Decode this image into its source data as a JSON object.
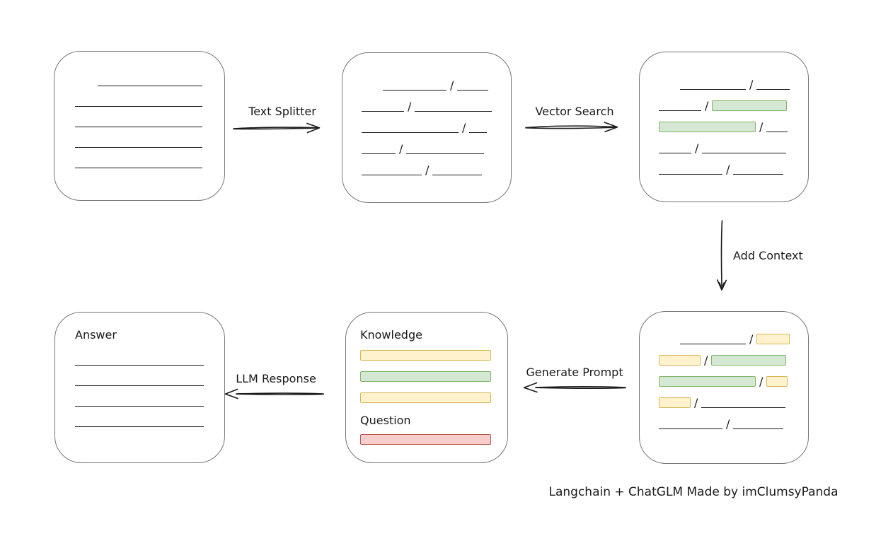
{
  "caption": "Langchain + ChatGLM Made by imClumsyPanda",
  "slash": "/",
  "colors": {
    "ink": "#1a1a1a",
    "box_border": "#767676",
    "green_fill": "#d5e8d4",
    "green_border": "#82b366",
    "yellow_fill": "#fff2cc",
    "yellow_border": "#d6b656",
    "red_fill": "#f8cecc",
    "red_border": "#b85450"
  },
  "arrows": {
    "text_splitter": {
      "label": "Text Splitter",
      "direction": "right"
    },
    "vector_search": {
      "label": "Vector Search",
      "direction": "right"
    },
    "add_context": {
      "label": "Add Context",
      "direction": "down"
    },
    "generate_prompt": {
      "label": "Generate Prompt",
      "direction": "left"
    },
    "llm_response": {
      "label": "LLM Response",
      "direction": "left"
    }
  },
  "boxes": {
    "document": {
      "lines": [
        {
          "indent": 32,
          "width": 148
        },
        {
          "width": 180
        },
        {
          "width": 180
        },
        {
          "width": 180
        },
        {
          "width": 180
        }
      ]
    },
    "split_chunks": {
      "rows": [
        {
          "indent": 30,
          "segments": [
            {
              "t": "line",
              "w": 90
            },
            {
              "t": "slash"
            },
            {
              "t": "line",
              "w": 44
            }
          ]
        },
        {
          "segments": [
            {
              "t": "line",
              "w": 60
            },
            {
              "t": "slash"
            },
            {
              "t": "line",
              "w": 109
            }
          ]
        },
        {
          "segments": [
            {
              "t": "line",
              "w": 137
            },
            {
              "t": "slash"
            },
            {
              "t": "line",
              "w": 25
            }
          ]
        },
        {
          "segments": [
            {
              "t": "line",
              "w": 48
            },
            {
              "t": "slash"
            },
            {
              "t": "line",
              "w": 110
            }
          ]
        },
        {
          "segments": [
            {
              "t": "line",
              "w": 85
            },
            {
              "t": "slash"
            },
            {
              "t": "line",
              "w": 70
            }
          ]
        }
      ]
    },
    "retrieved_chunks": {
      "rows": [
        {
          "indent": 30,
          "segments": [
            {
              "t": "line",
              "w": 93
            },
            {
              "t": "slash"
            },
            {
              "t": "line",
              "w": 47
            }
          ]
        },
        {
          "segments": [
            {
              "t": "line",
              "w": 60
            },
            {
              "t": "slash"
            },
            {
              "t": "green",
              "w": 104
            }
          ]
        },
        {
          "segments": [
            {
              "t": "green",
              "w": 135
            },
            {
              "t": "slash"
            },
            {
              "t": "line",
              "w": 30
            }
          ]
        },
        {
          "segments": [
            {
              "t": "line",
              "w": 46
            },
            {
              "t": "slash"
            },
            {
              "t": "line",
              "w": 119
            }
          ]
        },
        {
          "segments": [
            {
              "t": "line",
              "w": 90
            },
            {
              "t": "slash"
            },
            {
              "t": "line",
              "w": 71
            }
          ]
        }
      ]
    },
    "context_chunks": {
      "rows": [
        {
          "indent": 30,
          "segments": [
            {
              "t": "line",
              "w": 93
            },
            {
              "t": "slash"
            },
            {
              "t": "yellow",
              "w": 45
            }
          ]
        },
        {
          "segments": [
            {
              "t": "yellow",
              "w": 57
            },
            {
              "t": "slash"
            },
            {
              "t": "green",
              "w": 104
            }
          ]
        },
        {
          "segments": [
            {
              "t": "green",
              "w": 135
            },
            {
              "t": "slash"
            },
            {
              "t": "yellow",
              "w": 28
            }
          ]
        },
        {
          "segments": [
            {
              "t": "yellow",
              "w": 43
            },
            {
              "t": "slash"
            },
            {
              "t": "line",
              "w": 119
            }
          ]
        },
        {
          "segments": [
            {
              "t": "line",
              "w": 90
            },
            {
              "t": "slash"
            },
            {
              "t": "line",
              "w": 71
            }
          ]
        }
      ]
    },
    "prompt": {
      "knowledge_label": "Knowledge",
      "question_label": "Question",
      "knowledge_bars": [
        {
          "t": "yellow",
          "w": 183
        },
        {
          "t": "green",
          "w": 183
        },
        {
          "t": "yellow",
          "w": 183
        }
      ],
      "question_bars": [
        {
          "t": "red",
          "w": 183
        }
      ]
    },
    "answer": {
      "label": "Answer",
      "lines": [
        {
          "width": 182
        },
        {
          "width": 182
        },
        {
          "width": 182
        },
        {
          "width": 182
        }
      ]
    }
  }
}
